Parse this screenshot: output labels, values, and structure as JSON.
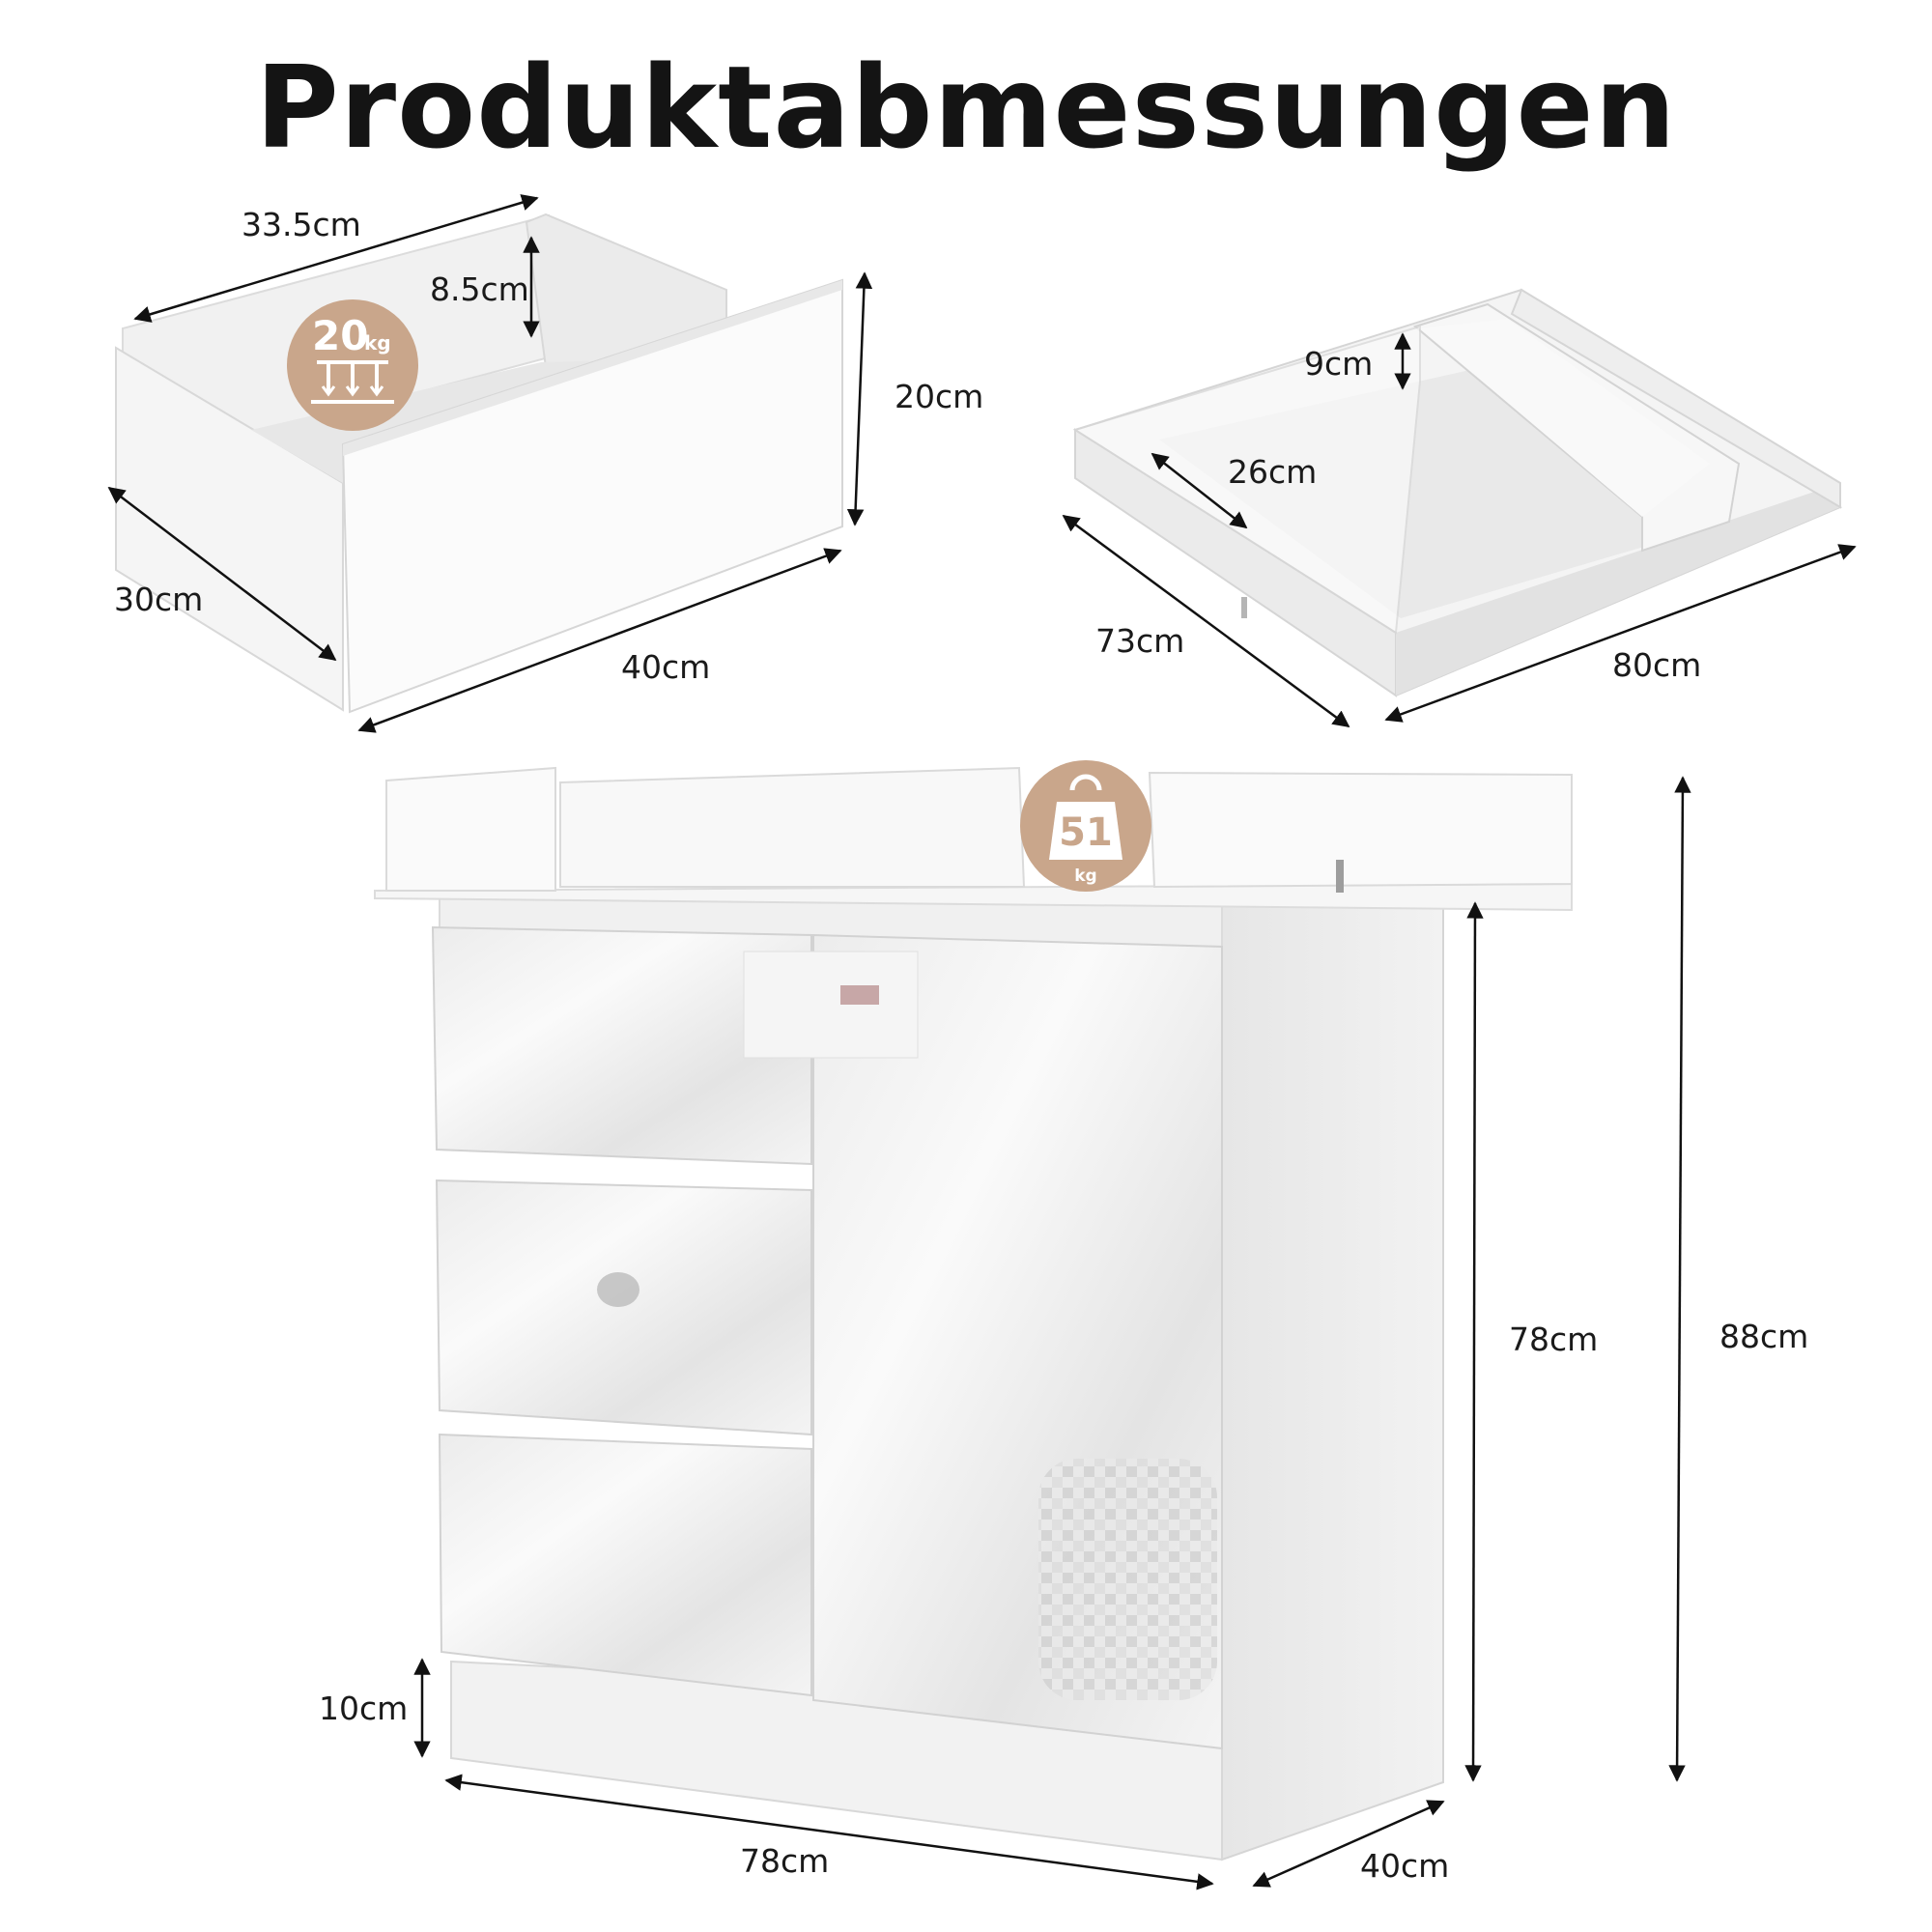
{
  "title": "Produktabmessungen",
  "colors": {
    "badge": "#c9a68b",
    "wood": "#f3f3f3",
    "line": "#111111"
  },
  "drawer": {
    "width": "33.5cm",
    "inner_height": "8.5cm",
    "front_height": "20cm",
    "depth": "30cm",
    "front_width": "40cm",
    "load_badge": {
      "value": "20",
      "unit": "kg",
      "icon": "weight-load-icon"
    }
  },
  "changing_top": {
    "rail_height": "9cm",
    "inner_width": "26cm",
    "depth": "73cm",
    "width": "80cm"
  },
  "dresser": {
    "base_height": "10cm",
    "body_height": "78cm",
    "total_height": "88cm",
    "width": "78cm",
    "depth": "40cm",
    "load_badge": {
      "value": "51",
      "unit": "kg",
      "icon": "kettlebell-weight-icon"
    }
  }
}
